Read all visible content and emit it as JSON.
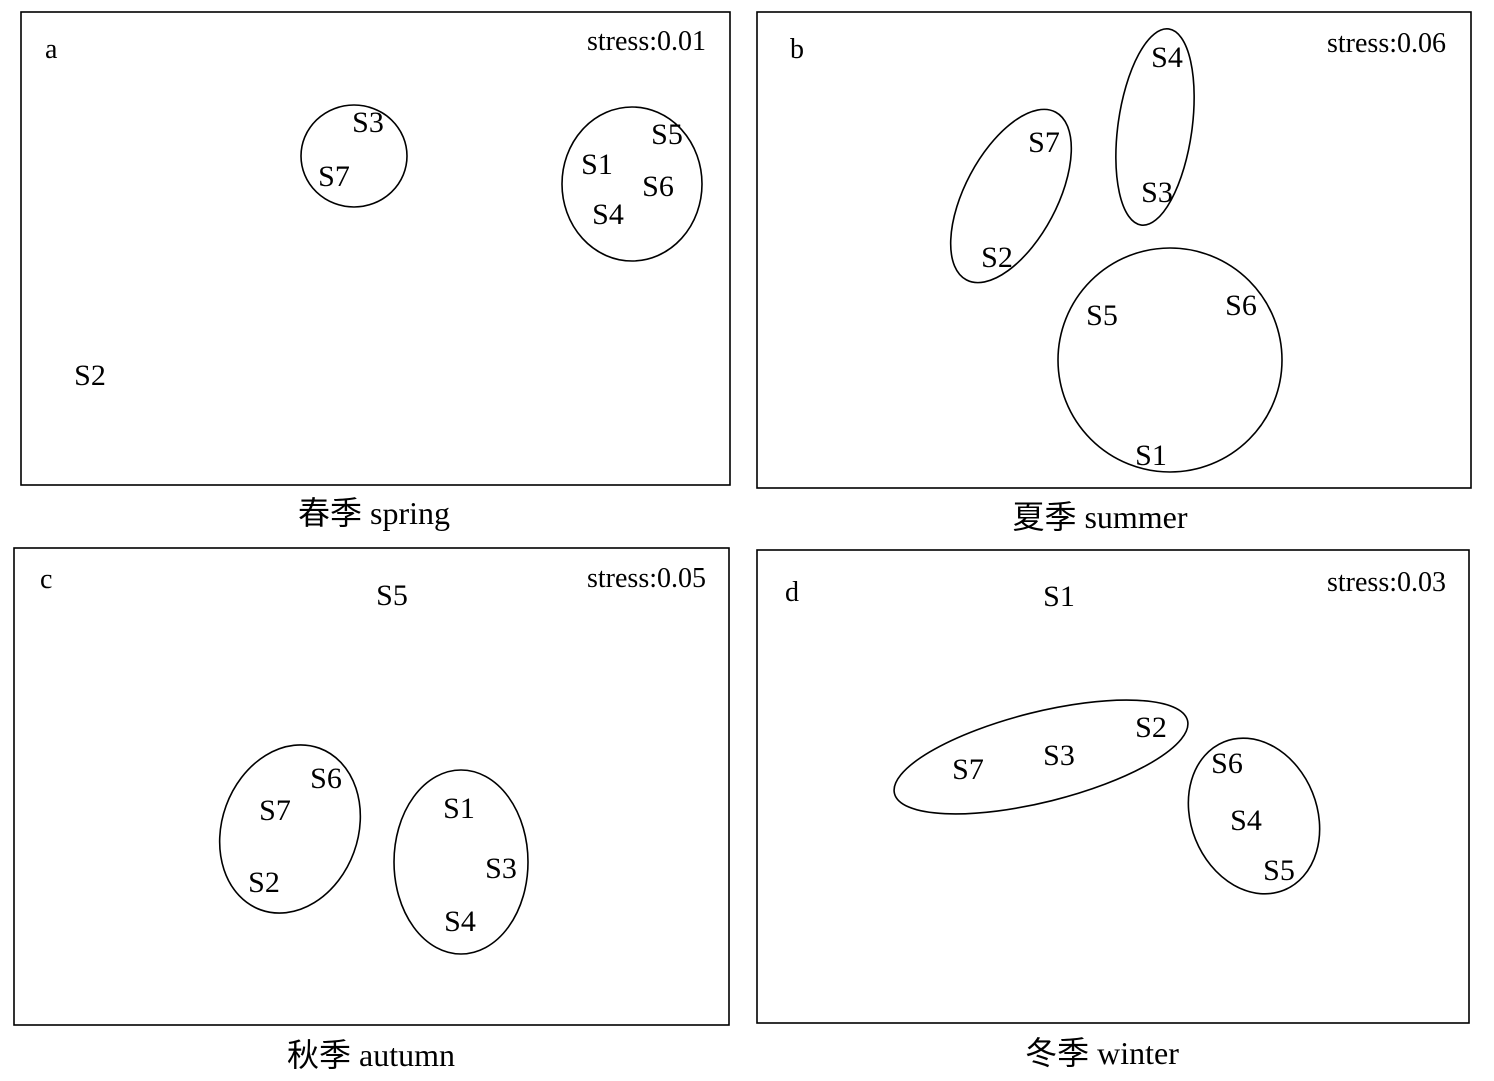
{
  "panels": [
    {
      "letter": "a",
      "stress": "stress:0.01",
      "caption": "春季 spring",
      "sites": [
        "S3",
        "S7",
        "S5",
        "S1",
        "S6",
        "S4",
        "S2"
      ],
      "groups": [
        [
          "S3",
          "S7"
        ],
        [
          "S5",
          "S1",
          "S6",
          "S4"
        ]
      ]
    },
    {
      "letter": "b",
      "stress": "stress:0.06",
      "caption": "夏季 summer",
      "sites": [
        "S4",
        "S7",
        "S3",
        "S2",
        "S5",
        "S6",
        "S1"
      ],
      "groups": [
        [
          "S7",
          "S2"
        ],
        [
          "S4",
          "S3"
        ],
        [
          "S5",
          "S6",
          "S1"
        ]
      ]
    },
    {
      "letter": "c",
      "stress": "stress:0.05",
      "caption": "秋季 autumn",
      "sites": [
        "S5",
        "S6",
        "S7",
        "S2",
        "S1",
        "S3",
        "S4"
      ],
      "groups": [
        [
          "S6",
          "S7",
          "S2"
        ],
        [
          "S1",
          "S3",
          "S4"
        ]
      ]
    },
    {
      "letter": "d",
      "stress": "stress:0.03",
      "caption": "冬季 winter",
      "sites": [
        "S1",
        "S2",
        "S3",
        "S7",
        "S6",
        "S4",
        "S5"
      ],
      "groups": [
        [
          "S7",
          "S3",
          "S2"
        ],
        [
          "S6",
          "S4",
          "S5"
        ]
      ]
    }
  ]
}
